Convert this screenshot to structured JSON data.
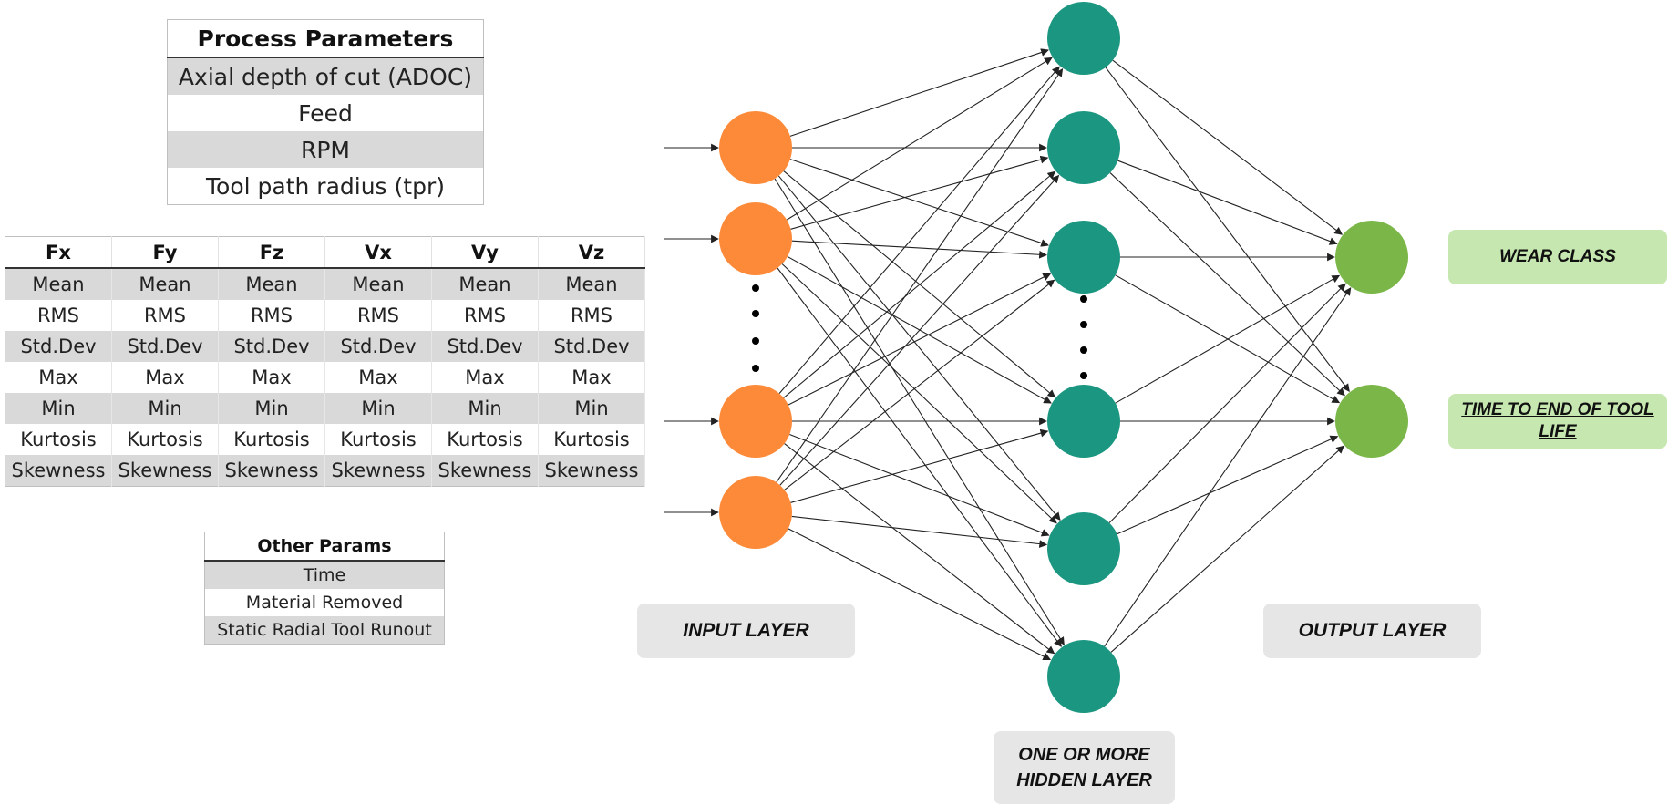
{
  "process_parameters": {
    "header": "Process Parameters",
    "rows": [
      "Axial depth of cut (ADOC)",
      "Feed",
      "RPM",
      "Tool path radius (tpr)"
    ]
  },
  "signal_features": {
    "columns": [
      "Fx",
      "Fy",
      "Fz",
      "Vx",
      "Vy",
      "Vz"
    ],
    "rows": [
      [
        "Mean",
        "Mean",
        "Mean",
        "Mean",
        "Mean",
        "Mean"
      ],
      [
        "RMS",
        "RMS",
        "RMS",
        "RMS",
        "RMS",
        "RMS"
      ],
      [
        "Std.Dev",
        "Std.Dev",
        "Std.Dev",
        "Std.Dev",
        "Std.Dev",
        "Std.Dev"
      ],
      [
        "Max",
        "Max",
        "Max",
        "Max",
        "Max",
        "Max"
      ],
      [
        "Min",
        "Min",
        "Min",
        "Min",
        "Min",
        "Min"
      ],
      [
        "Kurtosis",
        "Kurtosis",
        "Kurtosis",
        "Kurtosis",
        "Kurtosis",
        "Kurtosis"
      ],
      [
        "Skewness",
        "Skewness",
        "Skewness",
        "Skewness",
        "Skewness",
        "Skewness"
      ]
    ]
  },
  "other_params": {
    "header": "Other Params",
    "rows": [
      "Time",
      "Material Removed",
      "Static Radial Tool Runout"
    ]
  },
  "network": {
    "input_layer_label": "INPUT LAYER",
    "hidden_layer_label": "ONE OR MORE HIDDEN LAYER",
    "output_layer_label": "OUTPUT LAYER",
    "outputs": [
      "WEAR CLASS",
      "TIME TO END OF TOOL LIFE"
    ],
    "input_node_count": 4,
    "hidden_node_count": 6,
    "output_node_count": 2,
    "colors": {
      "input": "#fd8a38",
      "hidden": "#1b9680",
      "output": "#7ab648",
      "edge": "#222222",
      "layer_box": "#e6e6e6",
      "output_box": "#c6e8b0"
    }
  }
}
